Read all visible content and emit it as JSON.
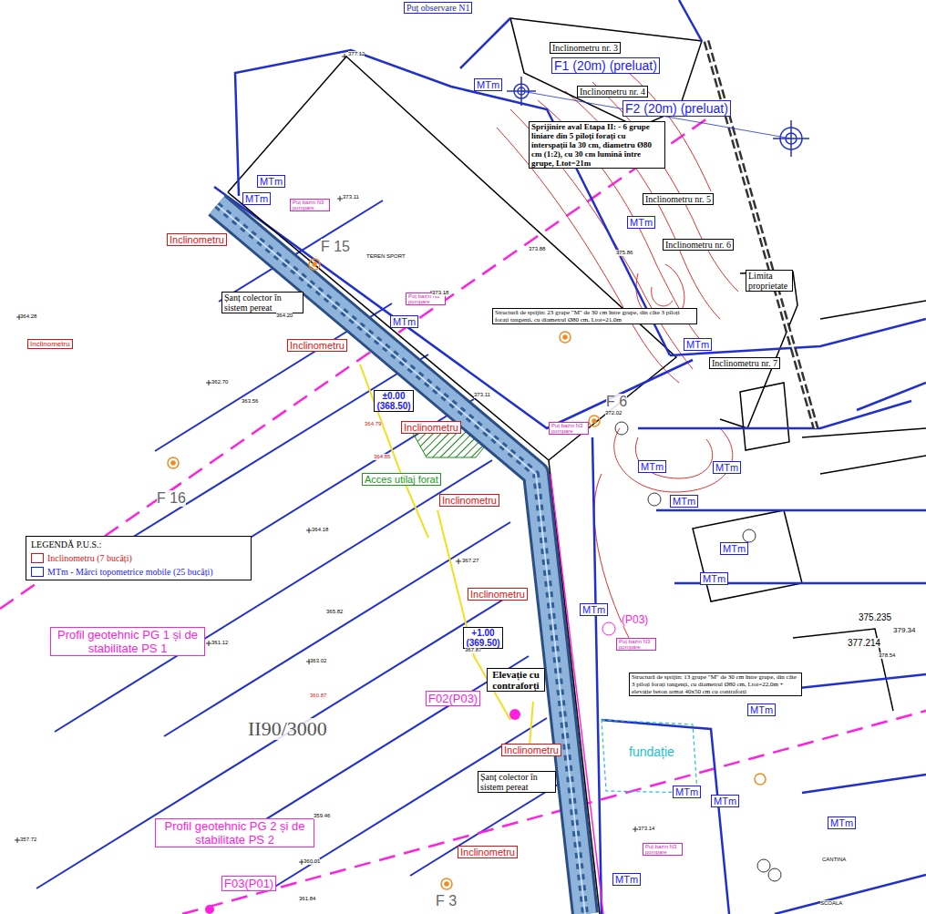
{
  "diagram": {
    "nodes": [
      {
        "text": [
          "Puț observare N1"
        ]
      },
      {
        "text": [
          "Inclinometru nr. 3"
        ]
      },
      {
        "text": [
          "F1 (20m) (preluat)"
        ]
      },
      {
        "text": [
          "Inclinometru nr. 4"
        ]
      },
      {
        "text": [
          "F2 (20m) (preluat)"
        ]
      },
      {
        "text": [
          "MTm"
        ]
      },
      {
        "text": [
          "Sprijinire aval Etapa II: - 6 grupe liniare din 5 piloți forați cu interspații la 30 cm, diametru Ø80 cm (1:2), cu 30 cm lumină între grupe, Ltot=21m"
        ]
      },
      {
        "text": [
          "Inclinometru nr. 5"
        ]
      },
      {
        "text": [
          "MTm"
        ]
      },
      {
        "text": [
          "Inclinometru nr. 6"
        ]
      },
      {
        "text": [
          "Limita proprietate"
        ]
      },
      {
        "text": [
          "MTm"
        ]
      },
      {
        "text": [
          "Inclinometru nr. 7"
        ]
      },
      {
        "text": [
          "MTm"
        ]
      },
      {
        "text": [
          "MTm"
        ]
      },
      {
        "text": [
          "Puț bazin N3 pompare"
        ]
      },
      {
        "text": [
          "Inclinometru"
        ]
      },
      {
        "text": [
          "Șanț colector în sistem pereat"
        ]
      },
      {
        "text": [
          "Inclinometru"
        ]
      },
      {
        "text": [
          "Puț bazin N3 pompare"
        ]
      },
      {
        "text": [
          "Structură de sprijin: 23 grupe \"M\" de 30 cm între grupe, din câte 3 piloți forați tangenți, cu diametrul Ø80 cm, Ltot=21,0m"
        ]
      },
      {
        "text": [
          "MTm"
        ]
      },
      {
        "text": [
          "Inclinometru"
        ]
      },
      {
        "text": [
          "±0.00 (368.50)"
        ]
      },
      {
        "text": [
          "Inclinometru"
        ]
      },
      {
        "text": [
          "Puț bazin N3 pompare"
        ]
      },
      {
        "text": [
          "Acces utilaj forat"
        ]
      },
      {
        "text": [
          "Inclinometru"
        ]
      },
      {
        "text": [
          "MTm"
        ]
      },
      {
        "text": [
          "MTm"
        ]
      },
      {
        "text": [
          "MTm"
        ]
      },
      {
        "text": [
          "MTm"
        ]
      },
      {
        "text": [
          "MTm"
        ]
      },
      {
        "text": [
          "Inclinometru"
        ]
      },
      {
        "text": [
          "MTm"
        ]
      },
      {
        "text": [
          "+1.00 (369.50)"
        ]
      },
      {
        "text": [
          "Puț bazin N3 pompare"
        ]
      },
      {
        "text": [
          "Elevație cu contraforți"
        ]
      },
      {
        "text": [
          "Structură de sprijin: 13 grupe \"M\" de 30 cm între grupe, din câte 3 piloți forați tangenți, cu diametrul Ø80 cm, Ltot=22,0m + elevație beton armat 40x50 cm cu contraforți"
        ]
      },
      {
        "text": [
          "F02(P03)"
        ]
      },
      {
        "text": [
          "MTm"
        ]
      },
      {
        "text": [
          "Inclinometru"
        ]
      },
      {
        "text": [
          "Șanț colector în sistem pereat"
        ]
      },
      {
        "text": [
          "MTm"
        ]
      },
      {
        "text": [
          "MTm"
        ]
      },
      {
        "text": [
          "MTm"
        ]
      },
      {
        "text": [
          "Inclinometru"
        ]
      },
      {
        "text": [
          "Puț bazin N3 pompare"
        ]
      },
      {
        "text": [
          "MTm"
        ]
      },
      {
        "text": [
          "Profil geotehnic PG 1 și de stabilitate PS 1"
        ]
      },
      {
        "text": [
          "Profil geotehnic PG 2 și de stabilitate PS 2"
        ]
      },
      {
        "text": [
          "F03(P01)"
        ]
      }
    ],
    "labels": [
      "LEGENDĂ P.U.S.:",
      "F 15",
      "F 16",
      "F 6",
      "F 3",
      "II90/3000",
      "TEREN SPORT",
      "CANTINA",
      "SCOALA",
      "fundație",
      "(P03)",
      "377.12",
      "373.11",
      "373.18",
      "373.88",
      "375.86",
      "373.11",
      "372.02",
      "364.28",
      "364.20",
      "362.70",
      "363.56",
      "364.79",
      "364.85",
      "364.18",
      "367.27",
      "365.82",
      "361.12",
      "363.02",
      "367.87",
      "360.87",
      "359.46",
      "357.72",
      "360.01",
      "361.84",
      "373.14",
      "375.235",
      "377.214",
      "379.34",
      "378.54"
    ],
    "legend": [
      {
        "text": "Inclinometru (7 bucăți)"
      },
      {
        "text": "MTm - Mărci topometrice mobile (25 bucăți)"
      }
    ]
  }
}
